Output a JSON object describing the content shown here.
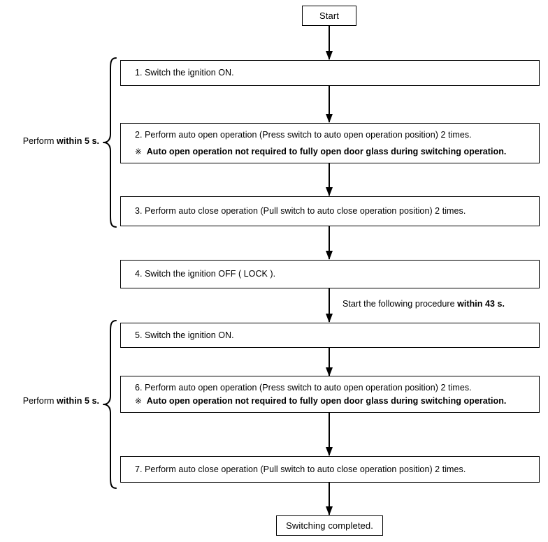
{
  "diagram": {
    "title_node": {
      "label": "Start"
    },
    "end_node": {
      "label": "Switching completed."
    },
    "annotation": {
      "prefix": "Start the following procedure ",
      "emphasis": "within 43 s."
    },
    "brace_labels": {
      "upper": {
        "prefix": "Perform ",
        "emphasis": "within 5 s."
      },
      "lower": {
        "prefix": "Perform ",
        "emphasis": "within 5 s."
      }
    },
    "note_marker": "※",
    "steps": [
      {
        "id": "step-1",
        "text": "1. Switch the ignition ON."
      },
      {
        "id": "step-2",
        "text": "2. Perform auto open operation (Press switch to auto open operation position) 2 times.",
        "note": "Auto open operation not required to fully open door glass during switching operation."
      },
      {
        "id": "step-3",
        "text": "3. Perform auto close operation (Pull switch to auto close operation position) 2 times."
      },
      {
        "id": "step-4",
        "text": "4. Switch the ignition OFF ( LOCK )."
      },
      {
        "id": "step-5",
        "text": "5. Switch the ignition ON."
      },
      {
        "id": "step-6",
        "text": "6. Perform auto open operation (Press switch to auto open operation position) 2 times.",
        "note": "Auto open operation not required to fully open door glass during switching operation."
      },
      {
        "id": "step-7",
        "text": "7. Perform auto close operation (Pull switch to auto close operation position) 2 times."
      }
    ],
    "colors": {
      "line": "#000000",
      "background": "#ffffff",
      "text": "#000000"
    }
  }
}
